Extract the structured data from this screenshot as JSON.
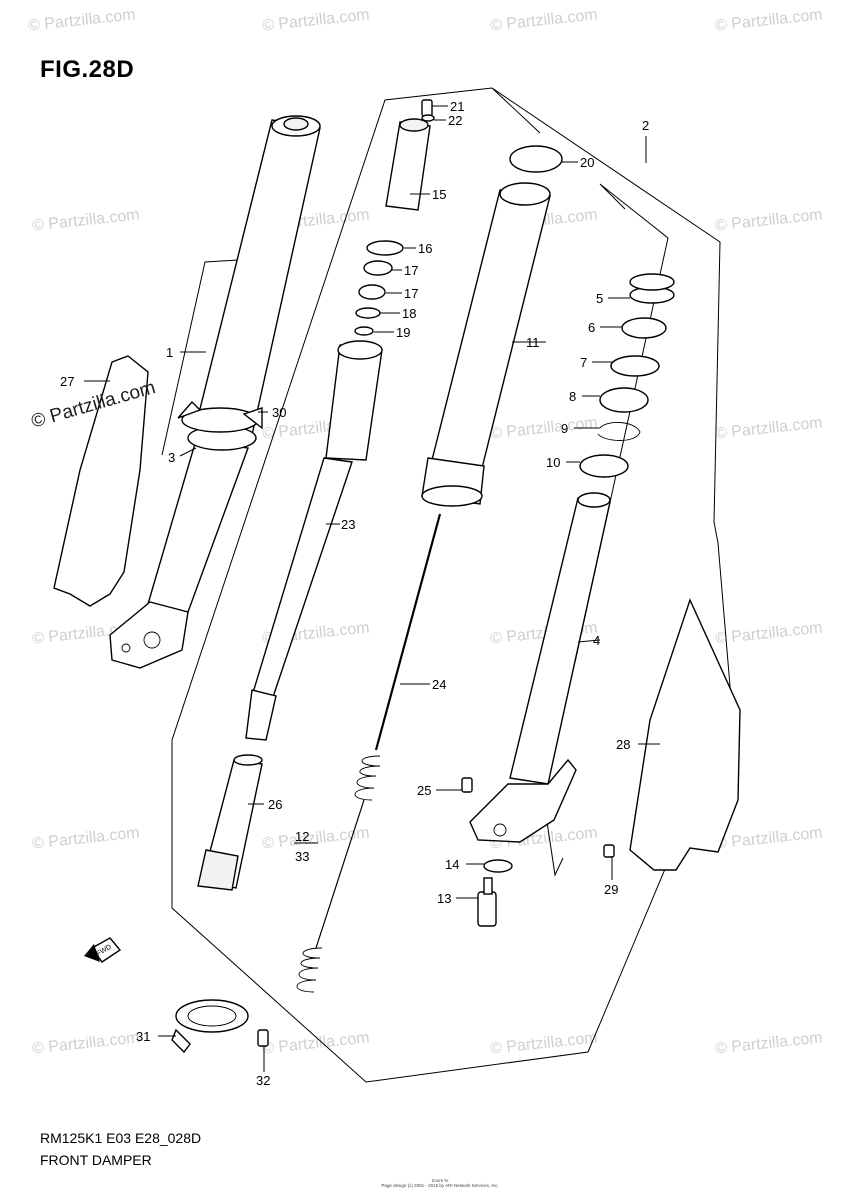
{
  "figure": {
    "title": "FIG.28D",
    "model_code": "RM125K1 E03 E28_028D",
    "caption": "FRONT DAMPER",
    "footer_line1": "Zoom %",
    "footer_line2": "Page design (c) 2001 - 2015 by ARI Network Services, Inc.",
    "fwd_arrow_label": "FWD"
  },
  "watermark": {
    "text": "© Partzilla.com",
    "prominent_text": "© Partzilla.com"
  },
  "callouts": [
    {
      "id": "c1",
      "label": "1"
    },
    {
      "id": "c2",
      "label": "2"
    },
    {
      "id": "c3",
      "label": "3"
    },
    {
      "id": "c4",
      "label": "4"
    },
    {
      "id": "c5",
      "label": "5"
    },
    {
      "id": "c6",
      "label": "6"
    },
    {
      "id": "c7",
      "label": "7"
    },
    {
      "id": "c8",
      "label": "8"
    },
    {
      "id": "c9",
      "label": "9"
    },
    {
      "id": "c10",
      "label": "10"
    },
    {
      "id": "c11",
      "label": "11"
    },
    {
      "id": "c12",
      "label": "12"
    },
    {
      "id": "c13",
      "label": "13"
    },
    {
      "id": "c14",
      "label": "14"
    },
    {
      "id": "c15",
      "label": "15"
    },
    {
      "id": "c16",
      "label": "16"
    },
    {
      "id": "c17a",
      "label": "17"
    },
    {
      "id": "c17b",
      "label": "17"
    },
    {
      "id": "c18",
      "label": "18"
    },
    {
      "id": "c19",
      "label": "19"
    },
    {
      "id": "c20",
      "label": "20"
    },
    {
      "id": "c21",
      "label": "21"
    },
    {
      "id": "c22",
      "label": "22"
    },
    {
      "id": "c23",
      "label": "23"
    },
    {
      "id": "c24",
      "label": "24"
    },
    {
      "id": "c25",
      "label": "25"
    },
    {
      "id": "c26",
      "label": "26"
    },
    {
      "id": "c27",
      "label": "27"
    },
    {
      "id": "c28",
      "label": "28"
    },
    {
      "id": "c29",
      "label": "29"
    },
    {
      "id": "c30",
      "label": "30"
    },
    {
      "id": "c31",
      "label": "31"
    },
    {
      "id": "c32",
      "label": "32"
    },
    {
      "id": "c33",
      "label": "33"
    }
  ]
}
